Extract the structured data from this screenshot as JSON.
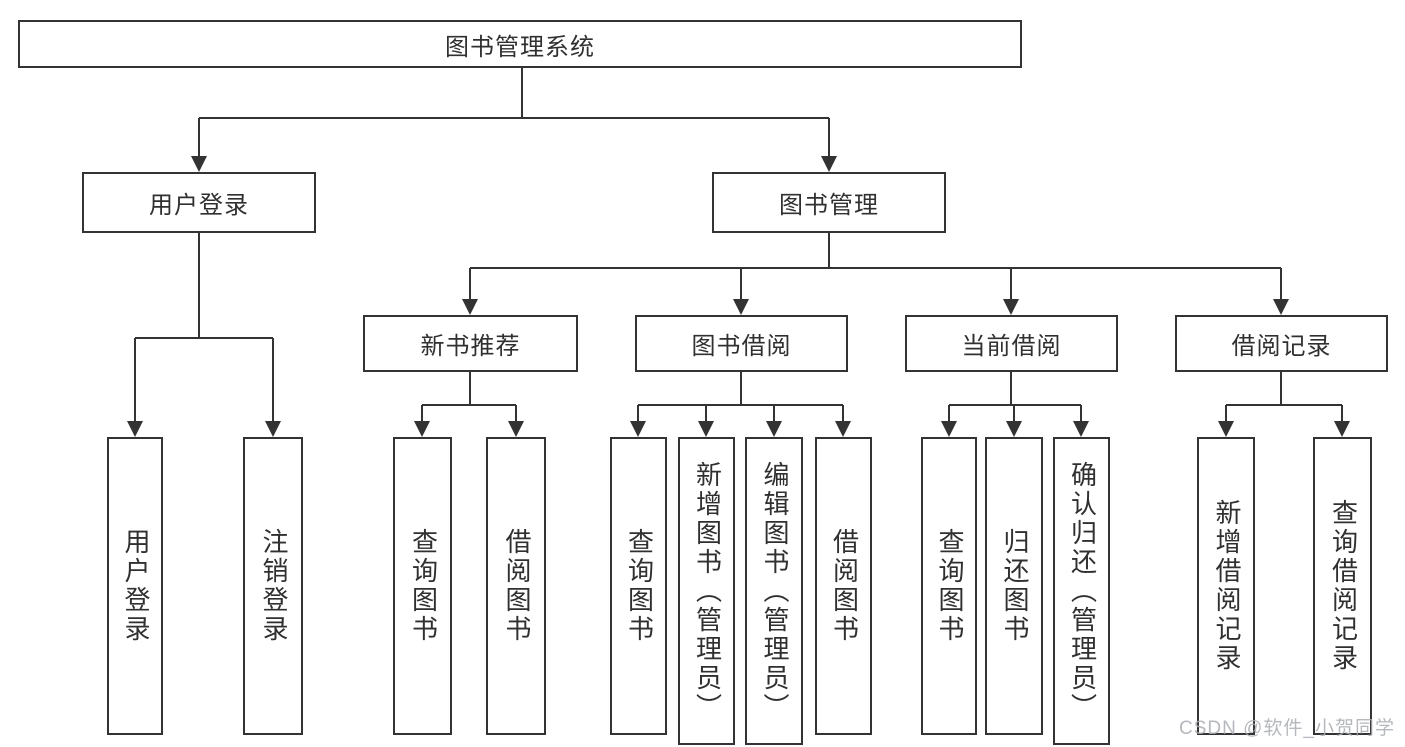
{
  "colors": {
    "background": "#ffffff",
    "line": "#333333",
    "box_border": "#333333",
    "text": "#303030",
    "watermark": "#a9acb2"
  },
  "tree": {
    "root": "图书管理系统",
    "branches": [
      {
        "label": "用户登录",
        "children": [
          "用户登录",
          "注销登录"
        ]
      },
      {
        "label": "图书管理",
        "groups": [
          {
            "label": "新书推荐",
            "children": [
              "查询图书",
              "借阅图书"
            ]
          },
          {
            "label": "图书借阅",
            "children": [
              "查询图书",
              "新增图书（管理员）",
              "编辑图书（管理员）",
              "借阅图书"
            ]
          },
          {
            "label": "当前借阅",
            "children": [
              "查询图书",
              "归还图书",
              "确认归还（管理员）"
            ]
          },
          {
            "label": "借阅记录",
            "children": [
              "新增借阅记录",
              "查询借阅记录"
            ]
          }
        ]
      }
    ]
  },
  "watermark": {
    "text": "CSDN @软件_小贺同学"
  }
}
